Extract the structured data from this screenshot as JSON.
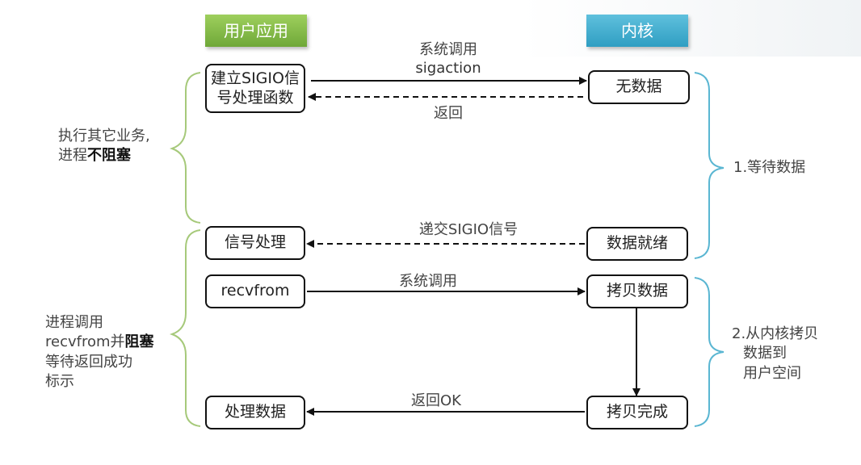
{
  "headers": {
    "user": "用户应用",
    "kernel": "内核"
  },
  "user_boxes": {
    "b1_line1": "建立SIGIO信",
    "b1_line2": "号处理函数",
    "b2": "信号处理",
    "b3": "recvfrom",
    "b4": "处理数据"
  },
  "kernel_boxes": {
    "k1": "无数据",
    "k2": "数据就绪",
    "k3": "拷贝数据",
    "k4": "拷贝完成"
  },
  "arrow_labels": {
    "a1_line1": "系统调用",
    "a1_line2": "sigaction",
    "a2": "返回",
    "a3": "递交SIGIO信号",
    "a4": "系统调用",
    "a5": "返回OK"
  },
  "left_notes": {
    "n1_line1": "执行其它业务,",
    "n1_line2_pre": "进程",
    "n1_line2_bold": "不阻塞",
    "n2_line1": "进程调用",
    "n2_line2_pre": "recvfrom并",
    "n2_line2_bold": "阻塞",
    "n2_line3": "等待返回成功",
    "n2_line4": "标示"
  },
  "right_notes": {
    "r1": "1.等待数据",
    "r2_line1": "2.从内核拷贝",
    "r2_line2": "数据到",
    "r2_line3": "用户空间"
  },
  "colors": {
    "user_green": "#7ab648",
    "kernel_blue": "#3aa6c9",
    "brace_green": "#a6c97a",
    "brace_blue": "#5ab6d2"
  }
}
